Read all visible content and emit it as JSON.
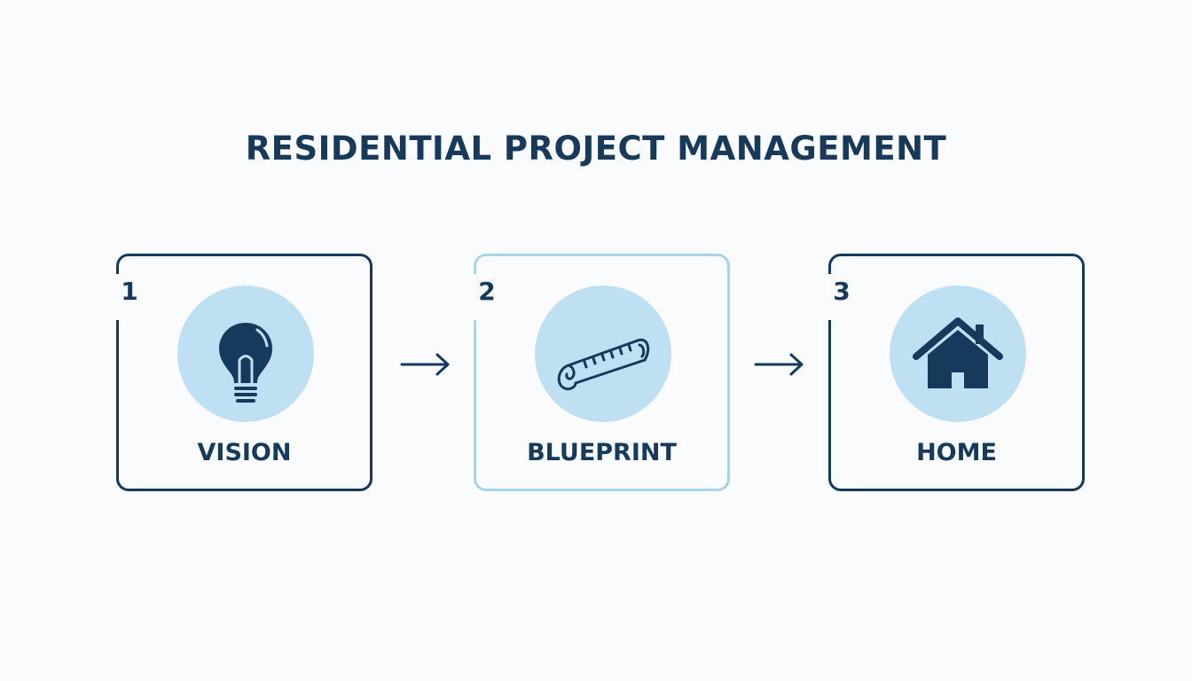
{
  "title": "RESIDENTIAL PROJECT MANAGEMENT",
  "steps": [
    {
      "number": "1",
      "label": "VISION",
      "icon": "lightbulb-icon"
    },
    {
      "number": "2",
      "label": "BLUEPRINT",
      "icon": "blueprint-roll-icon"
    },
    {
      "number": "3",
      "label": "HOME",
      "icon": "house-icon"
    }
  ],
  "connectors": [
    "arrow-right-icon",
    "arrow-right-icon"
  ],
  "colors": {
    "navy": "#163a5c",
    "light_blue": "#a8d3ea",
    "icon_bg": "#bfe0f2",
    "background": "#fafbfc"
  }
}
